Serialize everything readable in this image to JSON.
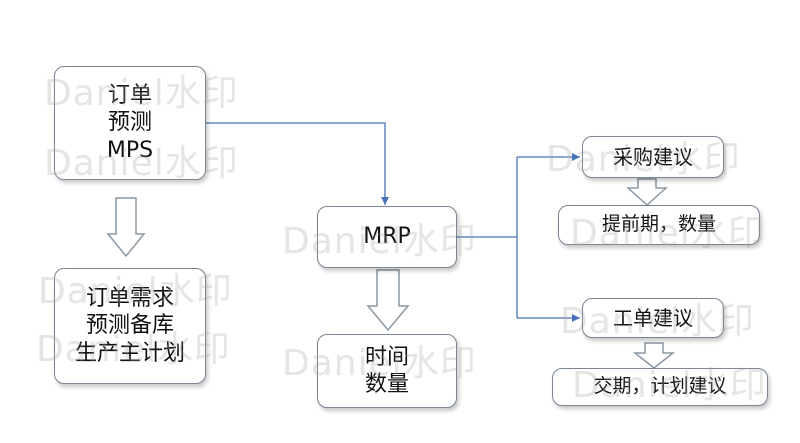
{
  "nodes": {
    "input": [
      "订单",
      "预测",
      "MPS"
    ],
    "strategies": [
      "订单需求",
      "预测备库",
      "生产主计划"
    ],
    "mrp": [
      "MRP"
    ],
    "time_qty": [
      "时间",
      "数量"
    ],
    "purchase": [
      "采购建议"
    ],
    "leadtime": [
      "提前期，数量"
    ],
    "workorder": [
      "工单建议"
    ],
    "delivery": [
      "交期，计划建议"
    ]
  },
  "watermark": "Daniel水印",
  "colors": {
    "connector": "#4a72b8",
    "box_border": "#7a8694",
    "block_arrow": "#8c98a4",
    "watermark": "rgba(160,160,160,0.28)"
  }
}
